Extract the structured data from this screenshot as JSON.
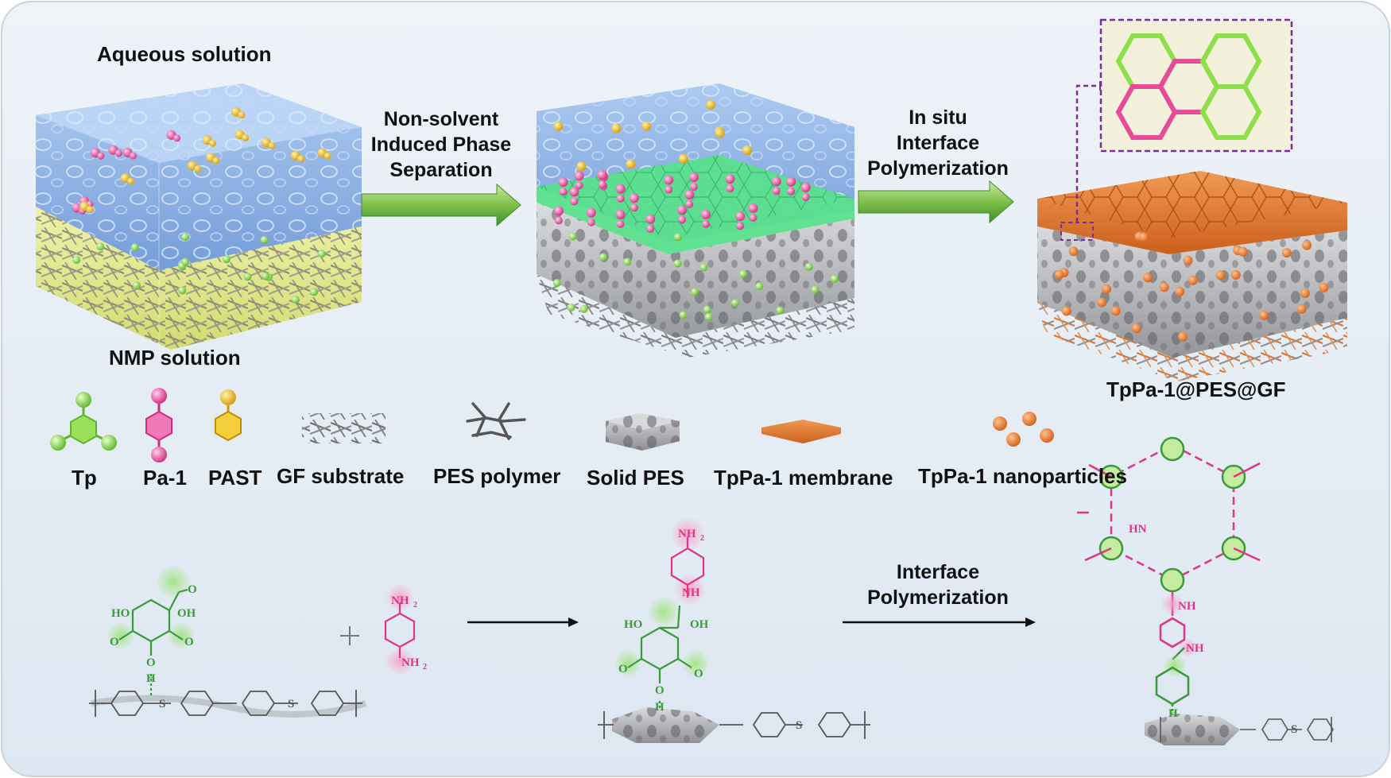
{
  "panel_labels": {
    "aqueous": "Aqueous solution",
    "nmp": "NMP solution",
    "product": "TpPa-1@PES@GF"
  },
  "arrow_labels": {
    "nips": [
      "Non-solvent",
      "Induced Phase",
      "Separation"
    ],
    "isip": [
      "In situ",
      "Interface",
      "Polymerization"
    ],
    "ip": [
      "Interface",
      "Polymerization"
    ]
  },
  "legend": [
    {
      "icon": "tp-icon",
      "label": "Tp"
    },
    {
      "icon": "pa1-icon",
      "label": "Pa-1"
    },
    {
      "icon": "past-icon",
      "label": "PAST"
    },
    {
      "icon": "gf-substrate-icon",
      "label": "GF substrate"
    },
    {
      "icon": "pes-polymer-icon",
      "label": "PES polymer"
    },
    {
      "icon": "solid-pes-icon",
      "label": "Solid PES"
    },
    {
      "icon": "tppa1-membrane-icon",
      "label": "TpPa-1 membrane"
    },
    {
      "icon": "tppa1-nanoparticles-icon",
      "label": "TpPa-1 nanoparticles"
    }
  ],
  "chem_text": {
    "ho": "HO",
    "oh": "OH",
    "o": "O",
    "h": "H",
    "s": "S",
    "nh2": "NH",
    "sub2": "2",
    "nh": "NH",
    "hn": "HN"
  },
  "colors": {
    "aqueous": "#8fb4e6",
    "nmp": "#e3e98a",
    "tp_green": "#7fd64a",
    "pa_pink": "#e84a9a",
    "past_yellow": "#e6b81c",
    "cof_orange": "#e0732a",
    "pes_gray": "#9a9a9a",
    "chem_green": "#3a9a3a",
    "chem_pink": "#e0338a",
    "arrow_green": "#6fb53a"
  }
}
